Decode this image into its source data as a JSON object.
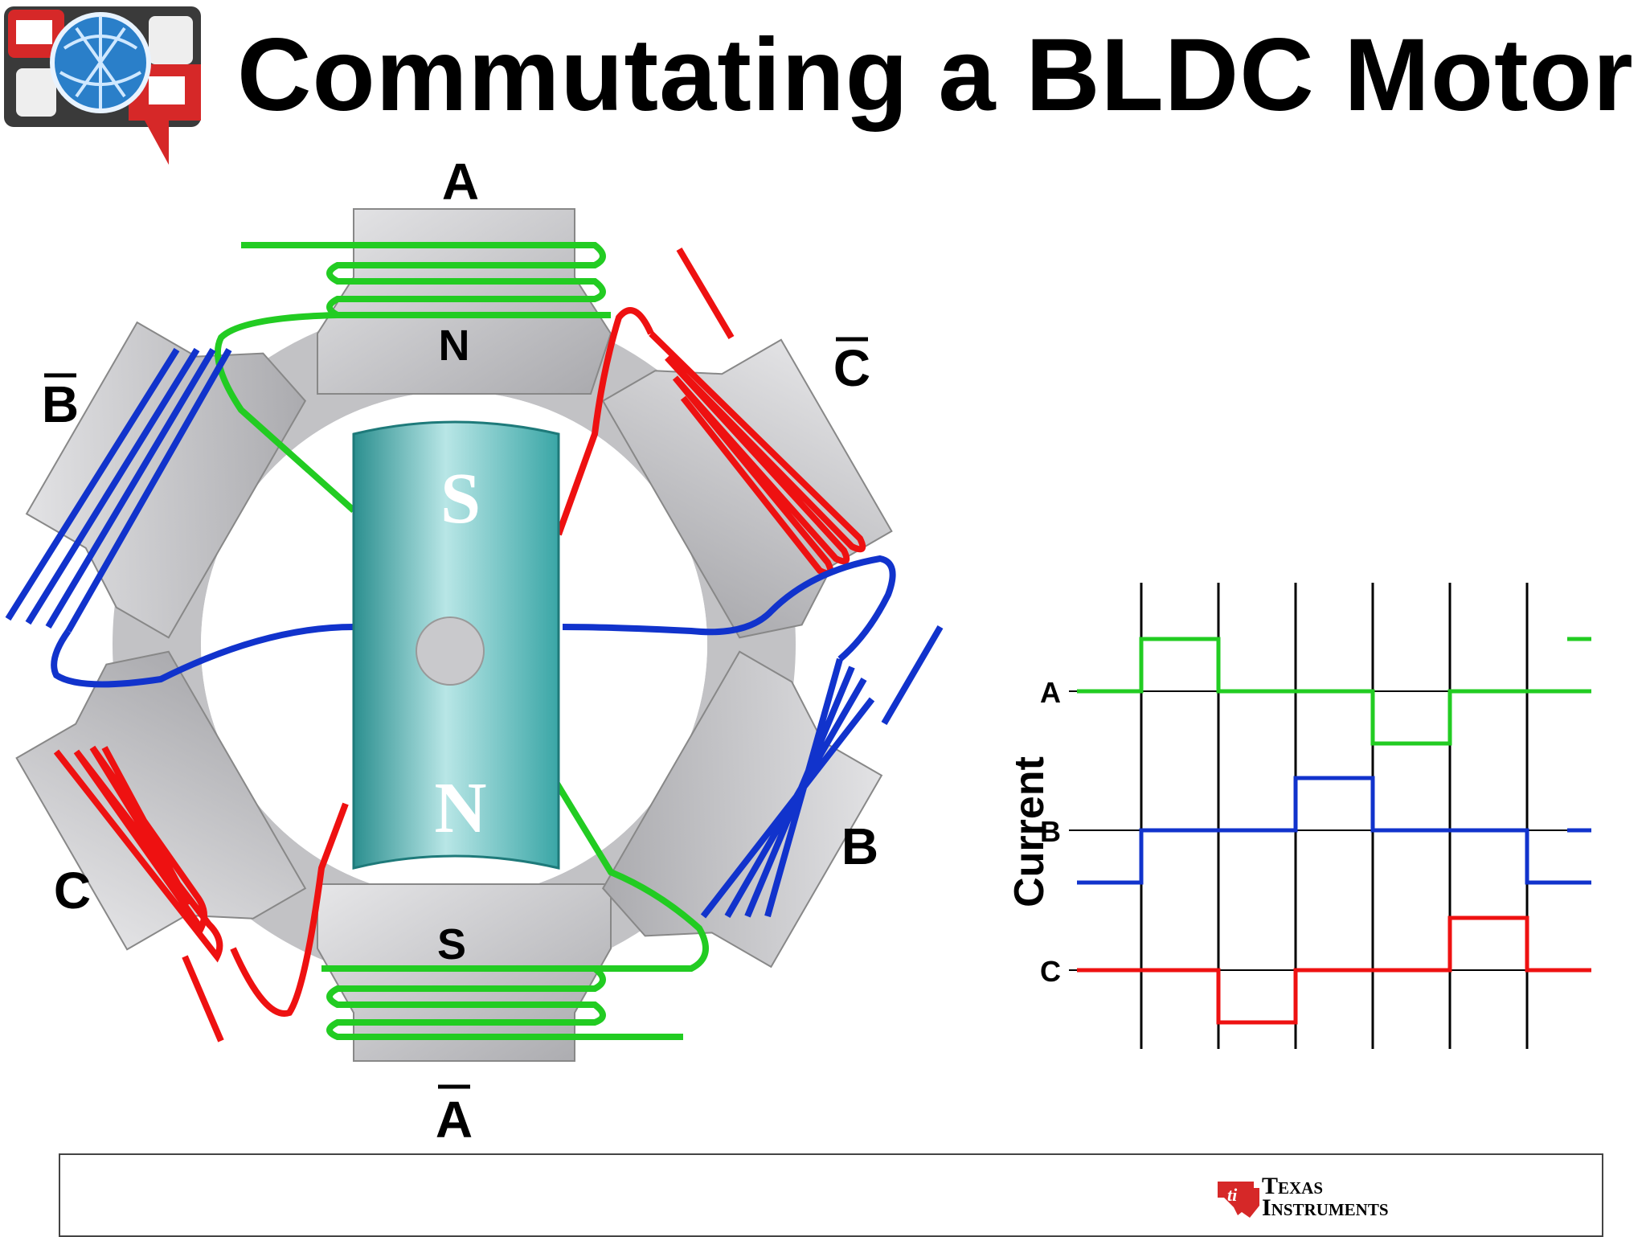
{
  "title": "Commutating a BLDC Motor",
  "motor": {
    "phase_labels": {
      "a": "A",
      "a_bar": "A",
      "b": "B",
      "b_bar": "B",
      "c": "C",
      "c_bar": "C"
    },
    "stator_pole_top": "N",
    "stator_pole_bottom": "S",
    "rotor_top": "S",
    "rotor_bottom": "N"
  },
  "chart_data": {
    "type": "line",
    "ylabel": "Current",
    "x": [
      0,
      1,
      2,
      3,
      4,
      5,
      6
    ],
    "series": [
      {
        "name": "A",
        "color": "#22cc22",
        "steps": [
          1,
          0,
          0,
          -1,
          0,
          0
        ]
      },
      {
        "name": "B",
        "color": "#1133cc",
        "steps": [
          0,
          0,
          1,
          0,
          0,
          -1
        ]
      },
      {
        "name": "C",
        "color": "#ee1111",
        "steps": [
          0,
          -1,
          0,
          0,
          1,
          0
        ]
      }
    ]
  },
  "footer": {
    "brand_line1": "Texas",
    "brand_line2": "Instruments"
  },
  "colors": {
    "phase_a": "#22cc22",
    "phase_b": "#1133cc",
    "phase_c": "#ee1111",
    "rotor": "#3aa6a6",
    "pole": "#c8c8ca"
  }
}
